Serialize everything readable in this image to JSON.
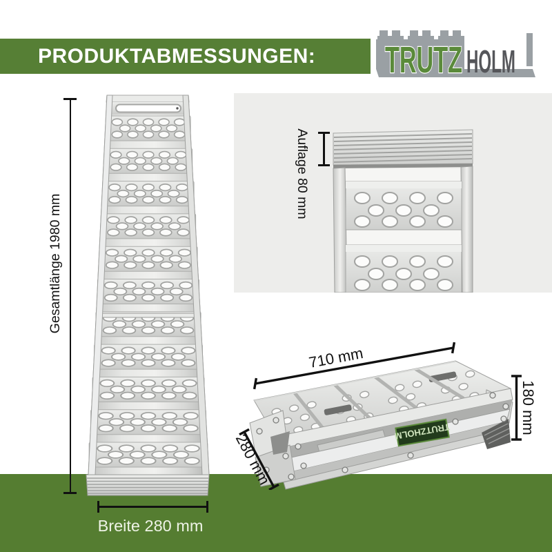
{
  "header": {
    "title": "PRODUKTABMESSUNGEN:"
  },
  "logo": {
    "trutz": "TRUTZ",
    "holm": "HOLM"
  },
  "dims": {
    "total_length": "Gesamtlänge 1980 mm",
    "width": "Breite 280 mm",
    "support": "Auflage 80 mm",
    "folded_length": "710 mm",
    "folded_width": "280 mm",
    "folded_height": "180 mm"
  },
  "folded": {
    "sticker_text": "TRUTZHOLM"
  },
  "colors": {
    "brand_green": "#567f35",
    "band_green": "#557d31",
    "panel_gray": "#ededeb",
    "logo_gray": "#9aa0a4",
    "logo_text_dark": "#55565a",
    "logo_text_green": "#5a8a3a"
  }
}
